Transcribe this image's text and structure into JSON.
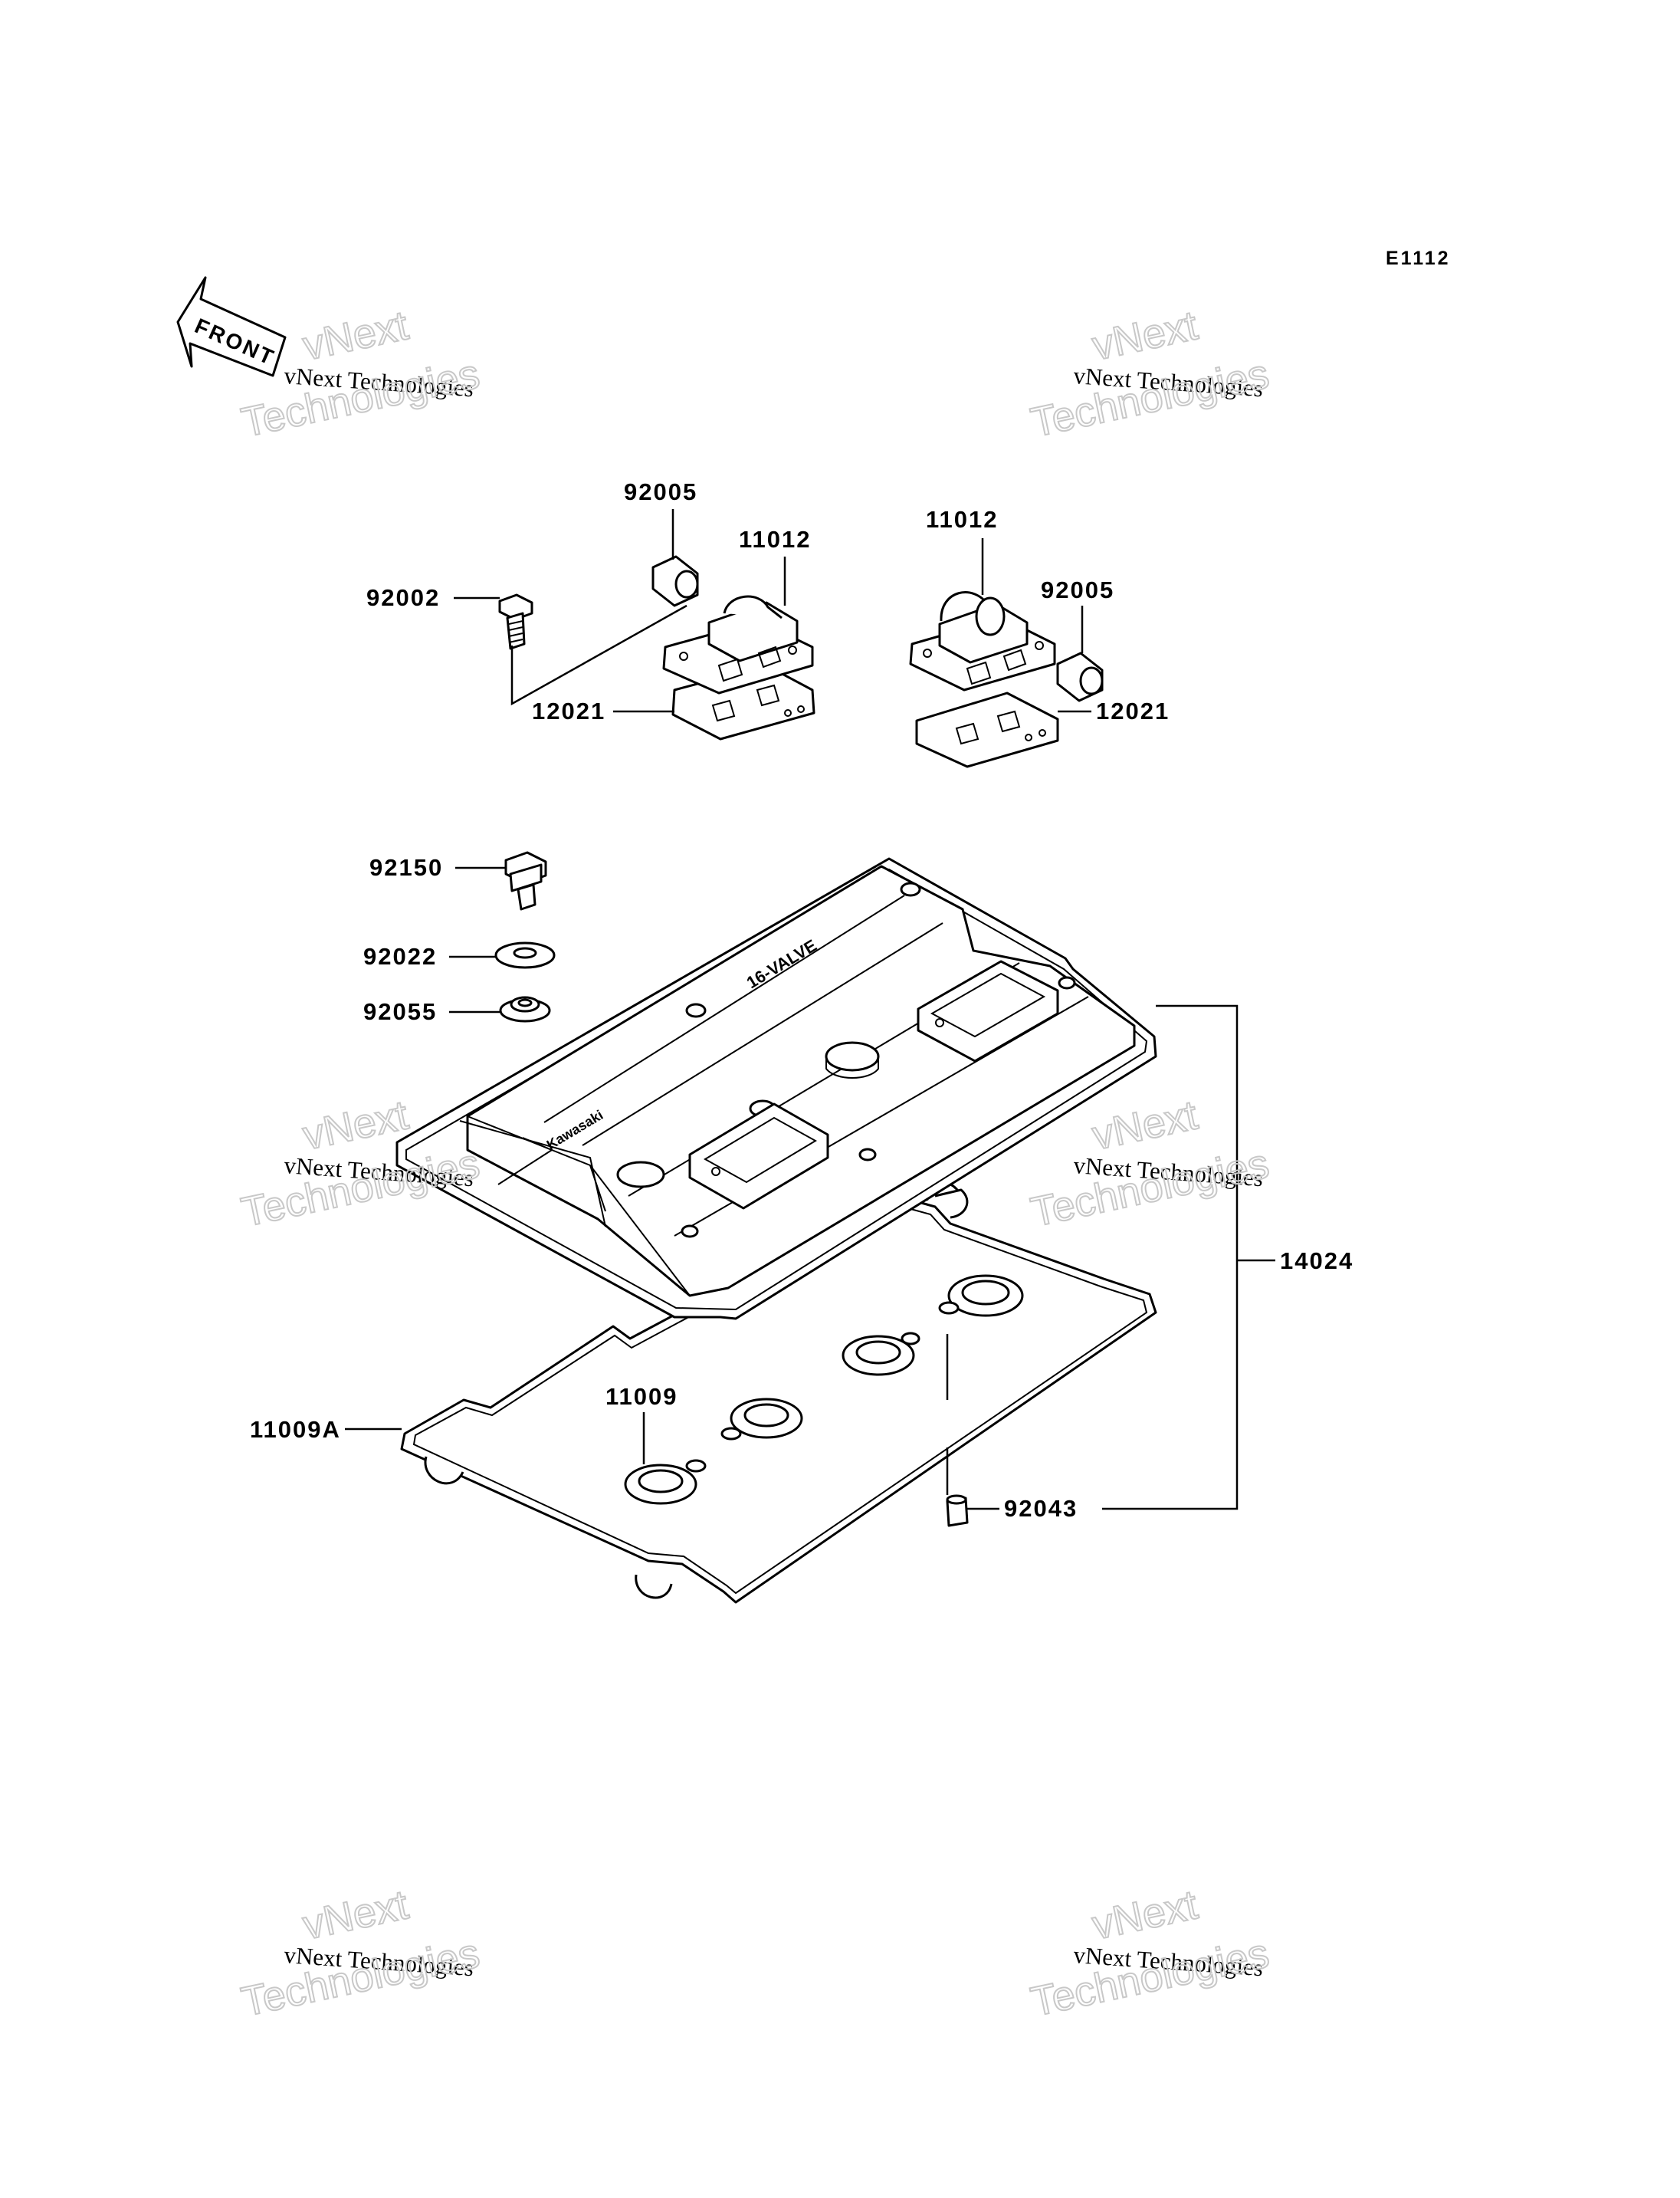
{
  "diagram_code": "E1112",
  "front_label": "FRONT",
  "embossed": {
    "brand": "Kawasaki",
    "model": "16-VALVE"
  },
  "watermark": {
    "line1": "vNext",
    "line2": "vNext Technologies",
    "line3": "Technologies"
  },
  "parts": {
    "p92005_left": "92005",
    "p11012_left": "11012",
    "p92002": "92002",
    "p12021_left": "12021",
    "p11012_right": "11012",
    "p92005_right": "92005",
    "p12021_right": "12021",
    "p92150": "92150",
    "p92022": "92022",
    "p92055": "92055",
    "p14024": "14024",
    "p11009": "11009",
    "p11009A": "11009A",
    "p92043": "92043"
  }
}
